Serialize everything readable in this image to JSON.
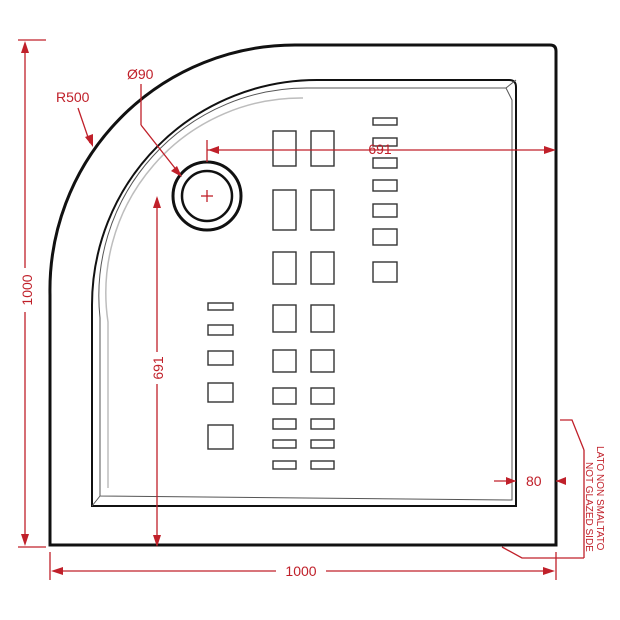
{
  "labels": {
    "radius": "R500",
    "drain_diameter": "Ø90",
    "overall_height": "1000",
    "overall_width": "1000",
    "drain_offset_x": "691",
    "drain_offset_y": "691",
    "rim": "80",
    "side_note_it": "LATO NON SMALTATO",
    "side_note_en": "NOT GLAZED SIDE"
  },
  "colors": {
    "dimension": "#c0202a",
    "outline": "#111111"
  }
}
